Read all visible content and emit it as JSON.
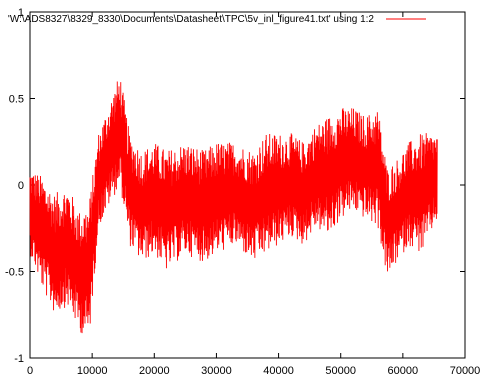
{
  "chart_data": {
    "type": "line",
    "title": "",
    "xlabel": "",
    "ylabel": "",
    "xlim": [
      0,
      70000
    ],
    "ylim": [
      -1,
      1
    ],
    "grid": false,
    "legend_position": "top-right",
    "x_ticks": [
      "0",
      "10000",
      "20000",
      "30000",
      "40000",
      "50000",
      "60000",
      "70000"
    ],
    "y_ticks": [
      "1",
      "0.5",
      "0",
      "-0.5",
      "-1"
    ],
    "series": [
      {
        "name": "'W:\\ADS8327\\8329_8330\\Documents\\Datasheet\\TPC\\5v_inl_figure41.txt' using 1:2",
        "color": "#ff0000",
        "x_range": [
          0,
          65535
        ],
        "envelope": [
          {
            "x": 0,
            "min": -0.4,
            "max": 0.1
          },
          {
            "x": 2000,
            "min": -0.6,
            "max": 0.05
          },
          {
            "x": 4000,
            "min": -0.75,
            "max": -0.05
          },
          {
            "x": 6000,
            "min": -0.7,
            "max": 0.0
          },
          {
            "x": 8000,
            "min": -0.85,
            "max": -0.15
          },
          {
            "x": 9500,
            "min": -0.9,
            "max": -0.1
          },
          {
            "x": 11000,
            "min": -0.25,
            "max": 0.3
          },
          {
            "x": 13000,
            "min": -0.1,
            "max": 0.5
          },
          {
            "x": 14500,
            "min": 0.0,
            "max": 0.65
          },
          {
            "x": 16000,
            "min": -0.35,
            "max": 0.3
          },
          {
            "x": 18000,
            "min": -0.45,
            "max": 0.2
          },
          {
            "x": 20000,
            "min": -0.4,
            "max": 0.25
          },
          {
            "x": 22000,
            "min": -0.5,
            "max": 0.2
          },
          {
            "x": 25000,
            "min": -0.4,
            "max": 0.25
          },
          {
            "x": 28000,
            "min": -0.45,
            "max": 0.2
          },
          {
            "x": 30000,
            "min": -0.4,
            "max": 0.25
          },
          {
            "x": 33000,
            "min": -0.35,
            "max": 0.25
          },
          {
            "x": 36000,
            "min": -0.45,
            "max": 0.2
          },
          {
            "x": 38000,
            "min": -0.4,
            "max": 0.3
          },
          {
            "x": 40000,
            "min": -0.35,
            "max": 0.3
          },
          {
            "x": 42000,
            "min": -0.3,
            "max": 0.3
          },
          {
            "x": 44000,
            "min": -0.35,
            "max": 0.25
          },
          {
            "x": 46000,
            "min": -0.25,
            "max": 0.35
          },
          {
            "x": 48000,
            "min": -0.3,
            "max": 0.4
          },
          {
            "x": 50000,
            "min": -0.2,
            "max": 0.45
          },
          {
            "x": 52000,
            "min": -0.15,
            "max": 0.45
          },
          {
            "x": 54000,
            "min": -0.2,
            "max": 0.4
          },
          {
            "x": 56000,
            "min": -0.25,
            "max": 0.45
          },
          {
            "x": 57500,
            "min": -0.55,
            "max": 0.1
          },
          {
            "x": 59000,
            "min": -0.45,
            "max": 0.15
          },
          {
            "x": 61000,
            "min": -0.35,
            "max": 0.25
          },
          {
            "x": 63000,
            "min": -0.4,
            "max": 0.3
          },
          {
            "x": 65535,
            "min": -0.2,
            "max": 0.3
          }
        ]
      }
    ]
  }
}
